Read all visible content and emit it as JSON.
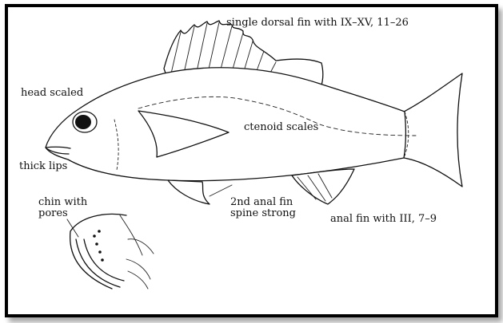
{
  "labels": {
    "dorsal_fin": "single dorsal fin with IX–XV, 11–26",
    "head_scaled": "head scaled",
    "ctenoid_scales": "ctenoid scales",
    "thick_lips": "thick lips",
    "second_anal_spine": "2nd anal fin\nspine strong",
    "anal_fin": "anal fin with III, 7–9",
    "chin_pores": "chin with\npores"
  },
  "colors": {
    "line": "#111111",
    "frame": "#000000",
    "background": "#ffffff"
  }
}
